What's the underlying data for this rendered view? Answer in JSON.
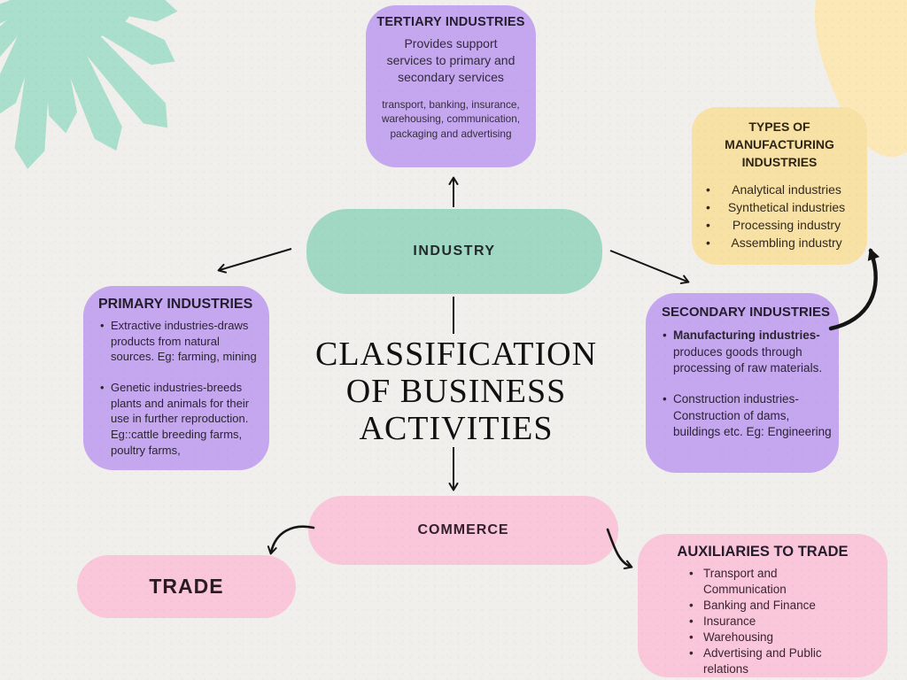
{
  "title": {
    "line1": "CLASSIFICATION",
    "line2": "OF BUSINESS",
    "line3": "ACTIVITIES"
  },
  "nodes": {
    "industry": {
      "label": "INDUSTRY"
    },
    "tertiary": {
      "heading": "TERTIARY INDUSTRIES",
      "body": "Provides support services to primary and secondary services",
      "examples": "transport, banking, insurance, warehousing, communication, packaging and advertising"
    },
    "types_manufacturing": {
      "heading": "TYPES OF MANUFACTURING INDUSTRIES",
      "items": [
        "Analytical industries",
        "Synthetical industries",
        "Processing industry",
        "Assembling industry"
      ]
    },
    "primary": {
      "heading": "PRIMARY INDUSTRIES",
      "items": [
        "Extractive industries-draws products from natural sources. Eg: farming, mining",
        "Genetic industries-breeds plants and animals for their use in further reproduction. Eg::cattle breeding farms, poultry farms,"
      ]
    },
    "secondary": {
      "heading": "SECONDARY INDUSTRIES",
      "items": [
        {
          "bold": "Manufacturing industries-",
          "rest": " produces goods through processing of raw materials."
        },
        {
          "bold": "",
          "rest": "Construction industries- Construction of dams, buildings etc. Eg: Engineering"
        }
      ]
    },
    "commerce": {
      "label": "COMMERCE"
    },
    "trade": {
      "label": "TRADE"
    },
    "auxiliaries": {
      "heading": "AUXILIARIES TO TRADE",
      "items": [
        "Transport and Communication",
        "Banking and Finance",
        "Insurance",
        "Warehousing",
        "Advertising and Public relations"
      ]
    }
  },
  "colors": {
    "background": "#f1efec",
    "purple": "#c5a7ef",
    "teal": "#a0d8c4",
    "teal_decor": "#a9dfcc",
    "pink": "#f9c7d9",
    "yellow": "#f8e1a4",
    "yellow_blob": "#fbe8b6",
    "arrow": "#141414",
    "text_dark": "#2b2433",
    "title_color": "#101010"
  }
}
